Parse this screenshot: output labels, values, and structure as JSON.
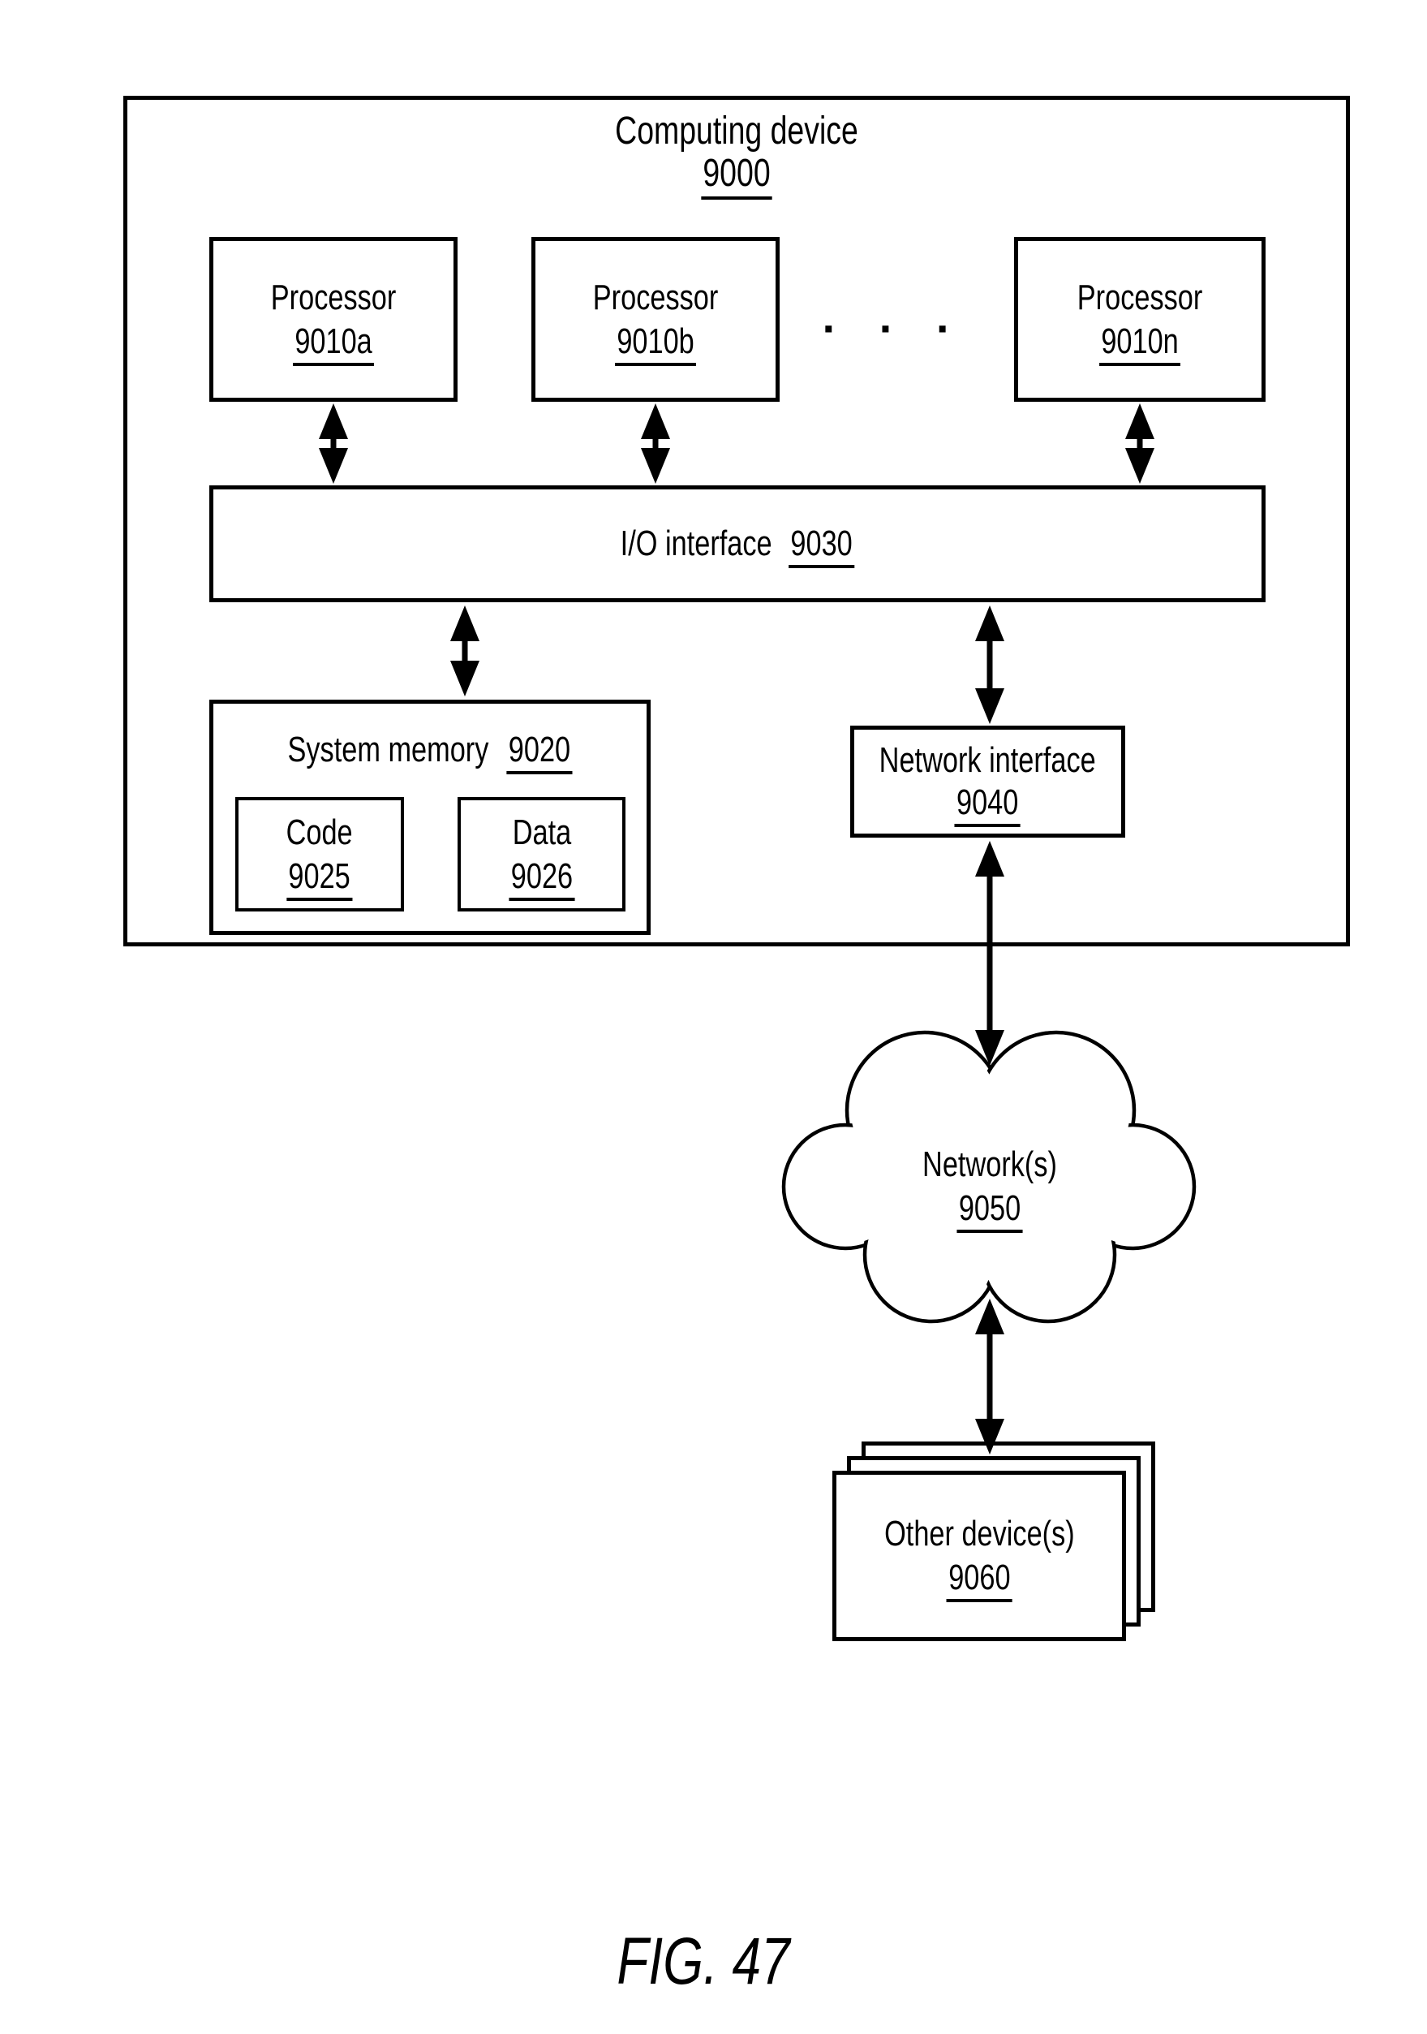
{
  "palette": {
    "ink": "#000000",
    "paper": "#ffffff"
  },
  "figure_caption": "FIG. 47",
  "device": {
    "label": "Computing device",
    "ref": "9000"
  },
  "processors": [
    {
      "label": "Processor",
      "ref": "9010a"
    },
    {
      "label": "Processor",
      "ref": "9010b"
    },
    {
      "label": "Processor",
      "ref": "9010n"
    }
  ],
  "ellipsis": "· · ·",
  "io_interface": {
    "label": "I/O interface",
    "ref": "9030"
  },
  "system_memory": {
    "label": "System memory",
    "ref": "9020",
    "code": {
      "label": "Code",
      "ref": "9025"
    },
    "data": {
      "label": "Data",
      "ref": "9026"
    }
  },
  "network_interface": {
    "label": "Network interface",
    "ref": "9040"
  },
  "networks": {
    "label": "Network(s)",
    "ref": "9050"
  },
  "other_devices": {
    "label": "Other device(s)",
    "ref": "9060"
  }
}
